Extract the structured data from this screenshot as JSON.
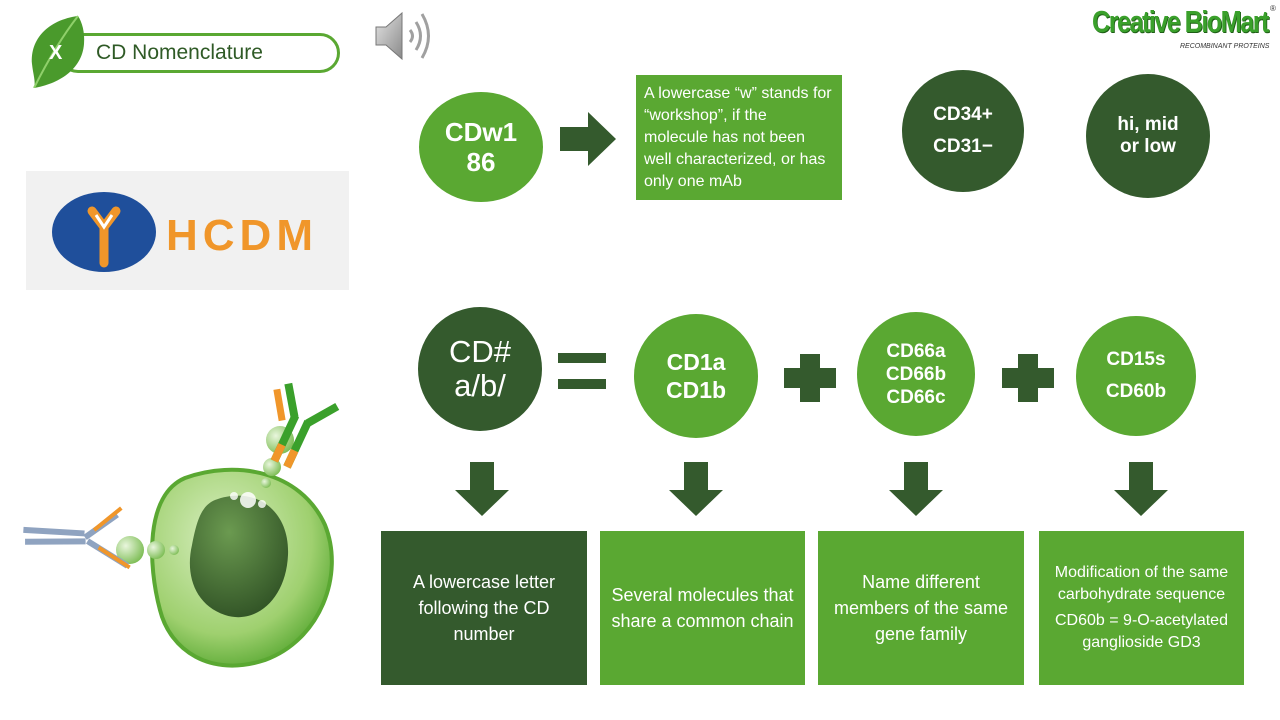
{
  "title": {
    "badge": "X",
    "text": "CD Nomenclature"
  },
  "brand": {
    "name": "Creative BioMart",
    "registered": "®",
    "tagline": "RECOMBINANT PROTEINS"
  },
  "hcdm_logo": {
    "text": "HCDM"
  },
  "top_row": {
    "circle1": {
      "line1": "CDw1",
      "line2": "86"
    },
    "note": "A lowercase “w” stands for “workshop”, if the molecule has not been well characterized, or has only one mAb",
    "circle2": {
      "line1": "CD34+",
      "line2": "CD31−"
    },
    "circle3": {
      "line1": "hi, mid",
      "line2": "or low"
    }
  },
  "bottom_row": {
    "circle_main": {
      "line1": "CD#",
      "line2": "a/b/"
    },
    "circle_a": {
      "line1": "CD1a",
      "line2": "CD1b"
    },
    "circle_b": {
      "line1": "CD66a",
      "line2": "CD66b",
      "line3": "CD66c"
    },
    "circle_c": {
      "line1": "CD15s",
      "line2": "CD60b"
    }
  },
  "boxes": {
    "box1": "A lowercase letter following the CD number",
    "box2": "Several molecules that share a common chain",
    "box3": "Name different members of the same gene family",
    "box4_line1": "Modification of the same carbohydrate sequence",
    "box4_line2": "CD60b = 9-O-acetylated ganglioside GD3"
  },
  "colors": {
    "dark_green": "#345a2d",
    "mid_green": "#5aa832",
    "hcdm_blue": "#1f4f9b",
    "hcdm_orange": "#f0962a"
  },
  "icons": {
    "sound": "speaker-icon",
    "arrow": "arrow-right-icon",
    "equals": "equals-icon",
    "plus": "plus-icon",
    "down": "arrow-down-icon"
  }
}
